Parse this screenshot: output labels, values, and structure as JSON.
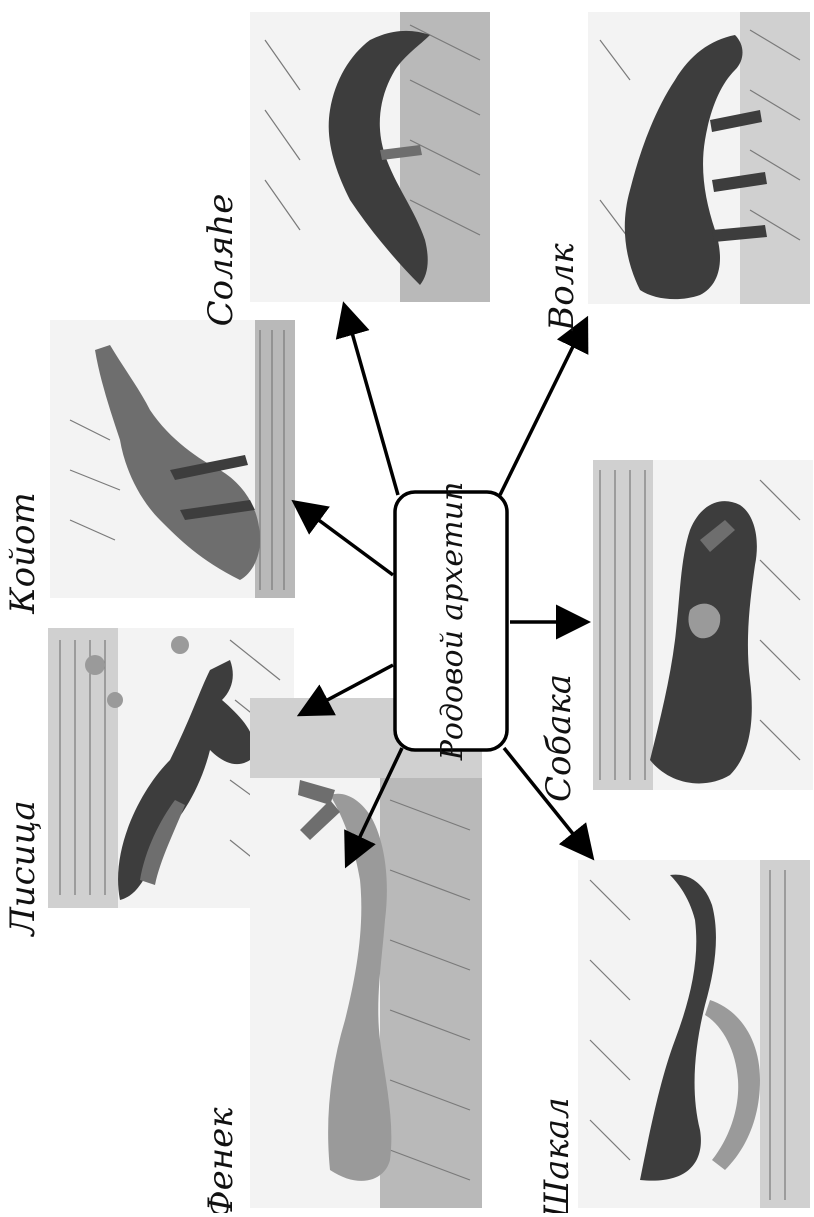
{
  "diagram": {
    "center": "Родовой архетип",
    "animals": [
      {
        "id": "fox",
        "label": "Лисица"
      },
      {
        "id": "coyote",
        "label": "Койот"
      },
      {
        "id": "sable",
        "label": "Соляhe"
      },
      {
        "id": "fennec",
        "label": "Фенек"
      },
      {
        "id": "jackal",
        "label": "Шакал"
      },
      {
        "id": "dog",
        "label": "Собака"
      },
      {
        "id": "wolf",
        "label": "Волк"
      }
    ]
  },
  "colors": {
    "line": "#000000",
    "frame": "#bdbdbd",
    "illustration": "#3d3d3d"
  }
}
